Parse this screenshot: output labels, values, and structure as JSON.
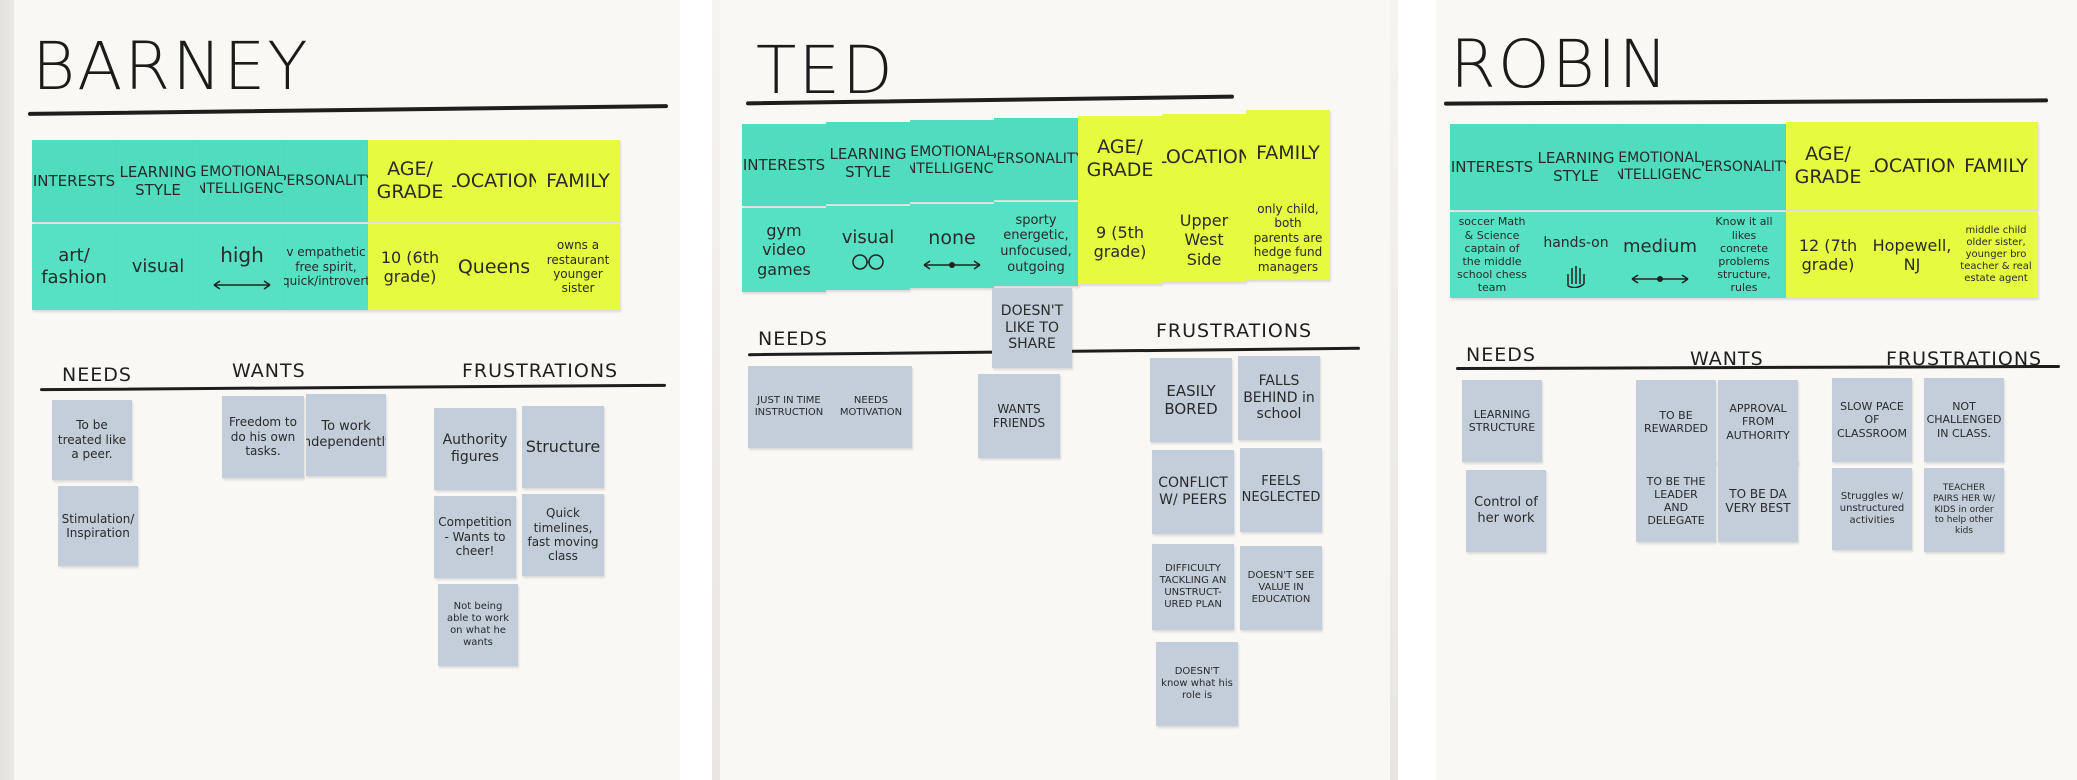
{
  "personas": [
    {
      "name": "BARNEY",
      "headers": [
        "INTERESTS",
        "LEARNING STYLE",
        "EMOTIONAL INTELLIGENCE",
        "PERSONALITY",
        "AGE/ GRADE",
        "LOCATION",
        "FAMILY"
      ],
      "values": [
        "art/ fashion",
        "visual",
        "high",
        "v empathetic free spirit, quick/introvert",
        "10 (6th grade)",
        "Queens",
        "owns a restaurant younger sister"
      ],
      "sections": [
        "NEEDS",
        "WANTS",
        "FRUSTRATIONS"
      ],
      "needs": [
        "To be treated like a peer.",
        "Stimulation/ Inspiration"
      ],
      "wants": [
        "Freedom to do his own tasks.",
        "To work independently"
      ],
      "frustrations": [
        "Authority figures",
        "Structure",
        "Competition - Wants to cheer!",
        "Quick timelines, fast moving class",
        "Not being able to work on what he wants"
      ]
    },
    {
      "name": "TED",
      "headers": [
        "INTERESTS",
        "LEARNING STYLE",
        "EMOTIONAL INTELLIGENCE",
        "PERSONALITY",
        "AGE/ GRADE",
        "LOCATION",
        "FAMILY"
      ],
      "values": [
        "gym video games",
        "visual",
        "none",
        "sporty energetic, unfocused, outgoing",
        "9 (5th grade)",
        "Upper West Side",
        "only child, both parents are hedge fund managers"
      ],
      "sections": [
        "NEEDS",
        "FRUSTRATIONS"
      ],
      "needs": [
        "JUST IN TIME INSTRUCTION",
        "NEEDS MOTIVATION"
      ],
      "wants": [
        "DOESN'T LIKE TO SHARE",
        "WANTS FRIENDS"
      ],
      "frustrations": [
        "EASILY BORED",
        "FALLS BEHIND in school",
        "CONFLICT W/ PEERS",
        "FEELS NEGLECTED",
        "DIFFICULTY TACKLING AN UNSTRUCT-URED PLAN",
        "DOESN'T SEE VALUE IN EDUCATION",
        "DOESN'T know what his role is"
      ]
    },
    {
      "name": "ROBIN",
      "headers": [
        "INTERESTS",
        "LEARNING STYLE",
        "EMOTIONAL INTELLIGENCE",
        "PERSONALITY",
        "AGE/ GRADE",
        "LOCATION",
        "FAMILY"
      ],
      "values": [
        "soccer Math & Science captain of the middle school chess team",
        "hands-on",
        "medium",
        "Know it all likes concrete problems structure, rules",
        "12 (7th grade)",
        "Hopewell, NJ",
        "middle child older sister, younger bro teacher & real estate agent"
      ],
      "sections": [
        "NEEDS",
        "WANTS",
        "FRUSTRATIONS"
      ],
      "needs": [
        "LEARNING STRUCTURE",
        "Control of her work"
      ],
      "wants": [
        "TO BE REWARDED",
        "APPROVAL FROM AUTHORITY",
        "TO BE THE LEADER AND DELEGATE",
        "TO BE DA VERY BEST"
      ],
      "frustrations": [
        "SLOW PACE OF CLASSROOM",
        "NOT CHALLENGED IN CLASS.",
        "Struggles w/ unstructured activities",
        "TEACHER PAIRS HER W/ KIDS in order to help other kids"
      ]
    }
  ]
}
